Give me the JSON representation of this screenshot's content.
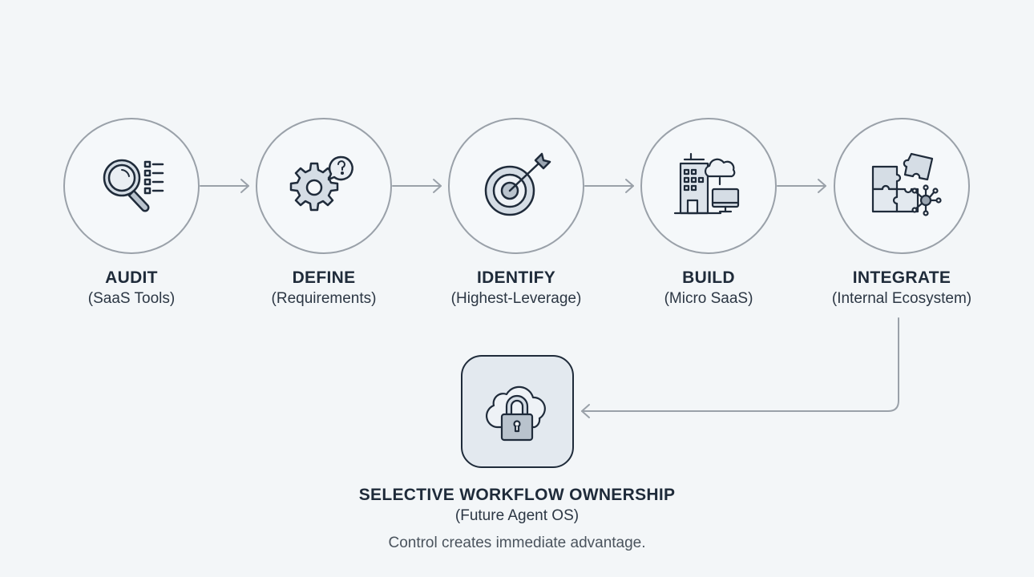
{
  "colors": {
    "background": "#f3f6f8",
    "connector": "#9aa1a9",
    "icon_stroke": "#1f2b3a",
    "icon_fill": "#d5dde5",
    "text_primary": "#1f2b3a",
    "text_secondary": "#4a535d"
  },
  "steps": [
    {
      "title": "AUDIT",
      "subtitle": "(SaaS Tools)",
      "icon": "magnifier-checklist-icon"
    },
    {
      "title": "DEFINE",
      "subtitle": "(Requirements)",
      "icon": "gear-question-icon"
    },
    {
      "title": "IDENTIFY",
      "subtitle": "(Highest-Leverage)",
      "icon": "target-arrow-icon"
    },
    {
      "title": "BUILD",
      "subtitle": "(Micro SaaS)",
      "icon": "building-cloud-monitor-icon"
    },
    {
      "title": "INTEGRATE",
      "subtitle": "(Internal Ecosystem)",
      "icon": "puzzle-network-icon"
    }
  ],
  "final": {
    "title": "SELECTIVE WORKFLOW OWNERSHIP",
    "subtitle": "(Future Agent OS)",
    "tagline": "Control creates immediate advantage.",
    "icon": "cloud-lock-icon"
  }
}
